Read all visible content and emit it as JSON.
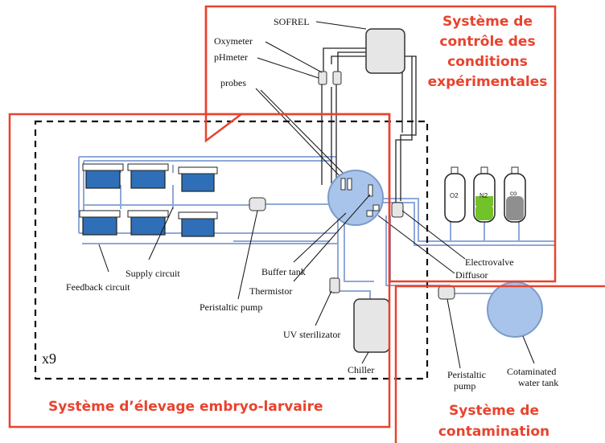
{
  "colors": {
    "system_border": "#e8432e",
    "pipe": "#8fa8d8",
    "tank_water": "#2f6fb7",
    "buffer_tank": "#a9c4ea",
    "o2_cylinder": "#ffffff",
    "n2_cylinder": "#72c22a",
    "co_cylinder": "#8f8f8f",
    "equipment_fill": "#e6e6e6"
  },
  "systems": {
    "control": "Système de\ncontrôle des\nconditions\nexpérimentales",
    "rearing": "Système d’élevage embryo-larvaire",
    "contamination": "Système de\ncontamination"
  },
  "multiplier": "x9",
  "labels": {
    "sofrel": "SOFREL",
    "oxymeter": "Oxymeter",
    "phmeter": "pHmeter",
    "probes": "probes",
    "supply_circuit": "Supply circuit",
    "feedback_circuit": "Feedback circuit",
    "peristaltic_pump": "Peristaltic pump",
    "buffer_tank": "Buffer tank",
    "thermistor": "Thermistor",
    "uv_sterilizator": "UV sterilizator",
    "chiller": "Chiller",
    "electrovalve": "Electrovalve",
    "diffusor": "Diffusor",
    "peristaltic_pump_2": "Peristaltic\npump",
    "contaminated_tank": "Cotaminated\nwater tank"
  },
  "gas_cylinders": [
    "O2",
    "N2",
    "co"
  ]
}
